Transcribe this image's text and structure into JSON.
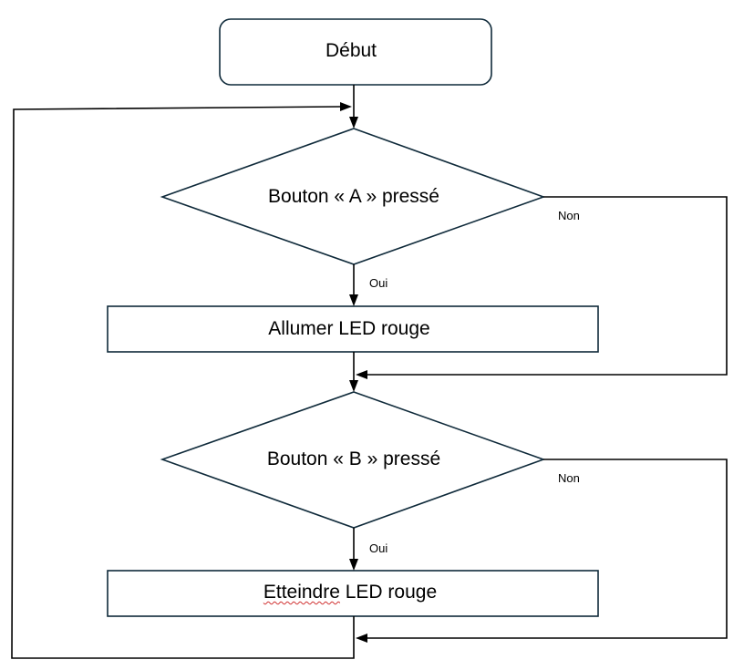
{
  "flowchart": {
    "start": "Début",
    "decision_a": "Bouton « A » pressé",
    "action_a": "Allumer LED rouge",
    "decision_b": "Bouton « B » pressé",
    "action_b_word1": "Etteindre",
    "action_b_rest": " LED rouge",
    "yes_label": "Oui",
    "no_label": "Non"
  },
  "colors": {
    "shape_border": "#0f2a3a",
    "connector": "#000000",
    "spellcheck_underline": "#d03030"
  }
}
